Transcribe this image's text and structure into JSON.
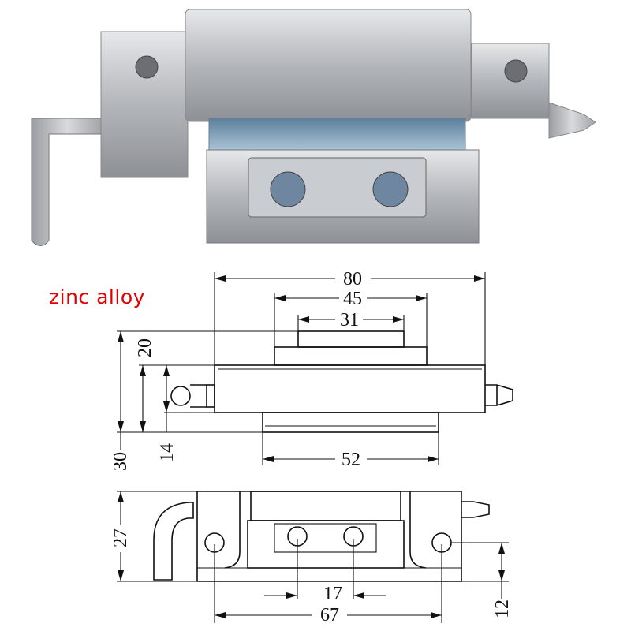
{
  "material_label": "zinc alloy",
  "front_view": {
    "width_overall": "80",
    "top_block_width": "45",
    "top_step_width": "31",
    "flange_width": "52",
    "height_overall": "30",
    "height_body_flange": "20",
    "height_body": "14"
  },
  "top_view": {
    "depth": "27",
    "inner_hole_spacing": "17",
    "outer_hole_spacing": "67",
    "hole_offset": "12"
  },
  "colors": {
    "label": "#e00000",
    "line": "#111111",
    "metal": "#b9bcc0"
  }
}
